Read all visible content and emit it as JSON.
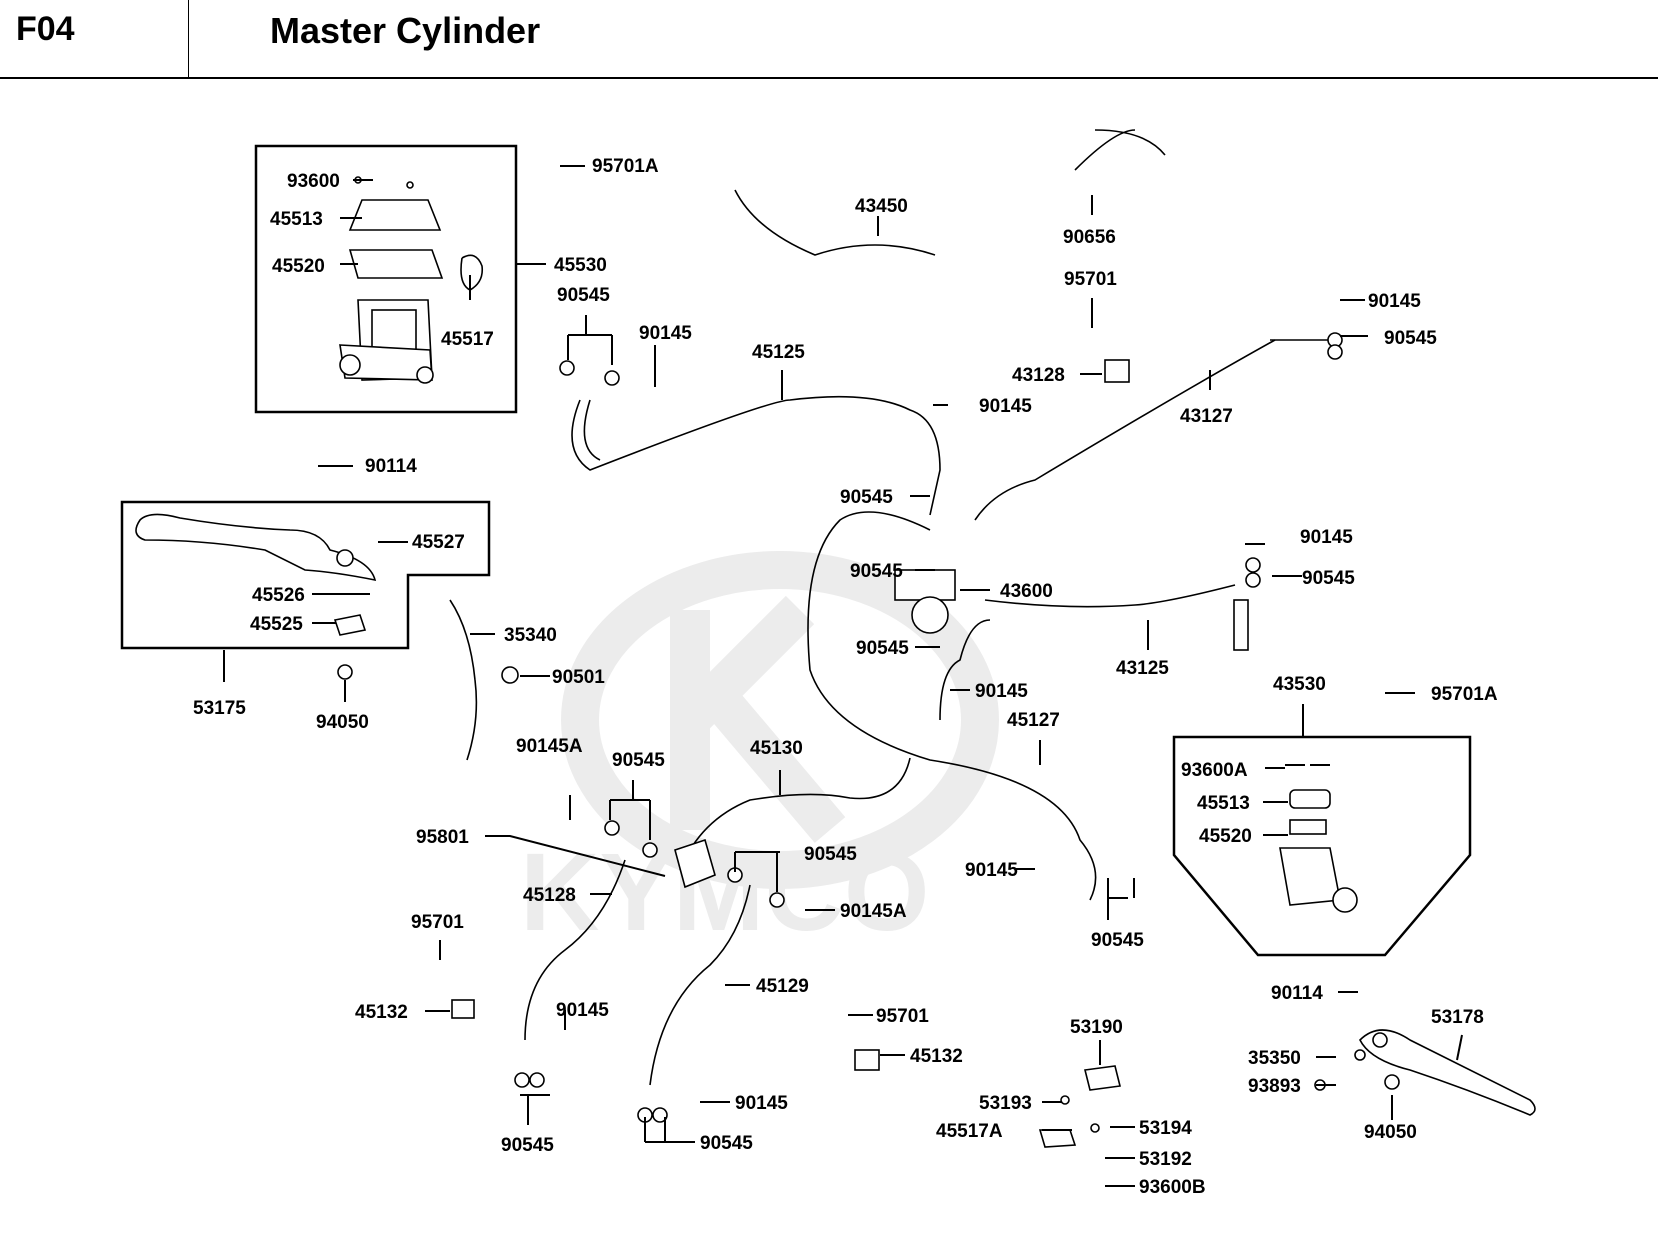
{
  "header": {
    "code": "F04",
    "title": "Master Cylinder"
  },
  "watermark": {
    "text": "KYMCO",
    "color": "#ececec"
  },
  "labels": [
    {
      "id": "lbl-93600-top",
      "text": "93600"
    },
    {
      "id": "lbl-45513-top",
      "text": "45513"
    },
    {
      "id": "lbl-45520-top",
      "text": "45520"
    },
    {
      "id": "lbl-45517",
      "text": "45517"
    },
    {
      "id": "lbl-45530",
      "text": "45530"
    },
    {
      "id": "lbl-95701A-top",
      "text": "95701A"
    },
    {
      "id": "lbl-90545-a",
      "text": "90545"
    },
    {
      "id": "lbl-90145-a",
      "text": "90145"
    },
    {
      "id": "lbl-45125",
      "text": "45125"
    },
    {
      "id": "lbl-43450",
      "text": "43450"
    },
    {
      "id": "lbl-90656",
      "text": "90656"
    },
    {
      "id": "lbl-95701-a",
      "text": "95701"
    },
    {
      "id": "lbl-43128",
      "text": "43128"
    },
    {
      "id": "lbl-90145-b",
      "text": "90145"
    },
    {
      "id": "lbl-90145-c",
      "text": "90145"
    },
    {
      "id": "lbl-90545-b",
      "text": "90545"
    },
    {
      "id": "lbl-43127",
      "text": "43127"
    },
    {
      "id": "lbl-90114-a",
      "text": "90114"
    },
    {
      "id": "lbl-45527",
      "text": "45527"
    },
    {
      "id": "lbl-45526",
      "text": "45526"
    },
    {
      "id": "lbl-45525",
      "text": "45525"
    },
    {
      "id": "lbl-53175",
      "text": "53175"
    },
    {
      "id": "lbl-94050-a",
      "text": "94050"
    },
    {
      "id": "lbl-35340",
      "text": "35340"
    },
    {
      "id": "lbl-90501",
      "text": "90501"
    },
    {
      "id": "lbl-90545-c",
      "text": "90545"
    },
    {
      "id": "lbl-90545-d",
      "text": "90545"
    },
    {
      "id": "lbl-43600",
      "text": "43600"
    },
    {
      "id": "lbl-90545-e",
      "text": "90545"
    },
    {
      "id": "lbl-90145-d",
      "text": "90145"
    },
    {
      "id": "lbl-90545-f",
      "text": "90545"
    },
    {
      "id": "lbl-43125",
      "text": "43125"
    },
    {
      "id": "lbl-90145-e",
      "text": "90145"
    },
    {
      "id": "lbl-43530",
      "text": "43530"
    },
    {
      "id": "lbl-95701A-right",
      "text": "95701A"
    },
    {
      "id": "lbl-45127",
      "text": "45127"
    },
    {
      "id": "lbl-93600A",
      "text": "93600A"
    },
    {
      "id": "lbl-45513-right",
      "text": "45513"
    },
    {
      "id": "lbl-45520-right",
      "text": "45520"
    },
    {
      "id": "lbl-90145A-a",
      "text": "90145A"
    },
    {
      "id": "lbl-90545-g",
      "text": "90545"
    },
    {
      "id": "lbl-45130",
      "text": "45130"
    },
    {
      "id": "lbl-95801",
      "text": "95801"
    },
    {
      "id": "lbl-45128",
      "text": "45128"
    },
    {
      "id": "lbl-90545-h",
      "text": "90545"
    },
    {
      "id": "lbl-90145A-b",
      "text": "90145A"
    },
    {
      "id": "lbl-90145-f",
      "text": "90145"
    },
    {
      "id": "lbl-90545-i",
      "text": "90545"
    },
    {
      "id": "lbl-95701-b",
      "text": "95701"
    },
    {
      "id": "lbl-45132-a",
      "text": "45132"
    },
    {
      "id": "lbl-90145-g",
      "text": "90145"
    },
    {
      "id": "lbl-45129",
      "text": "45129"
    },
    {
      "id": "lbl-90545-j",
      "text": "90545"
    },
    {
      "id": "lbl-90145-h",
      "text": "90145"
    },
    {
      "id": "lbl-90545-k",
      "text": "90545"
    },
    {
      "id": "lbl-95701-c",
      "text": "95701"
    },
    {
      "id": "lbl-45132-b",
      "text": "45132"
    },
    {
      "id": "lbl-53190",
      "text": "53190"
    },
    {
      "id": "lbl-53193",
      "text": "53193"
    },
    {
      "id": "lbl-45517A",
      "text": "45517A"
    },
    {
      "id": "lbl-53194",
      "text": "53194"
    },
    {
      "id": "lbl-53192",
      "text": "53192"
    },
    {
      "id": "lbl-93600B",
      "text": "93600B"
    },
    {
      "id": "lbl-90114-b",
      "text": "90114"
    },
    {
      "id": "lbl-53178",
      "text": "53178"
    },
    {
      "id": "lbl-35350",
      "text": "35350"
    },
    {
      "id": "lbl-93893",
      "text": "93893"
    },
    {
      "id": "lbl-94050-b",
      "text": "94050"
    }
  ]
}
